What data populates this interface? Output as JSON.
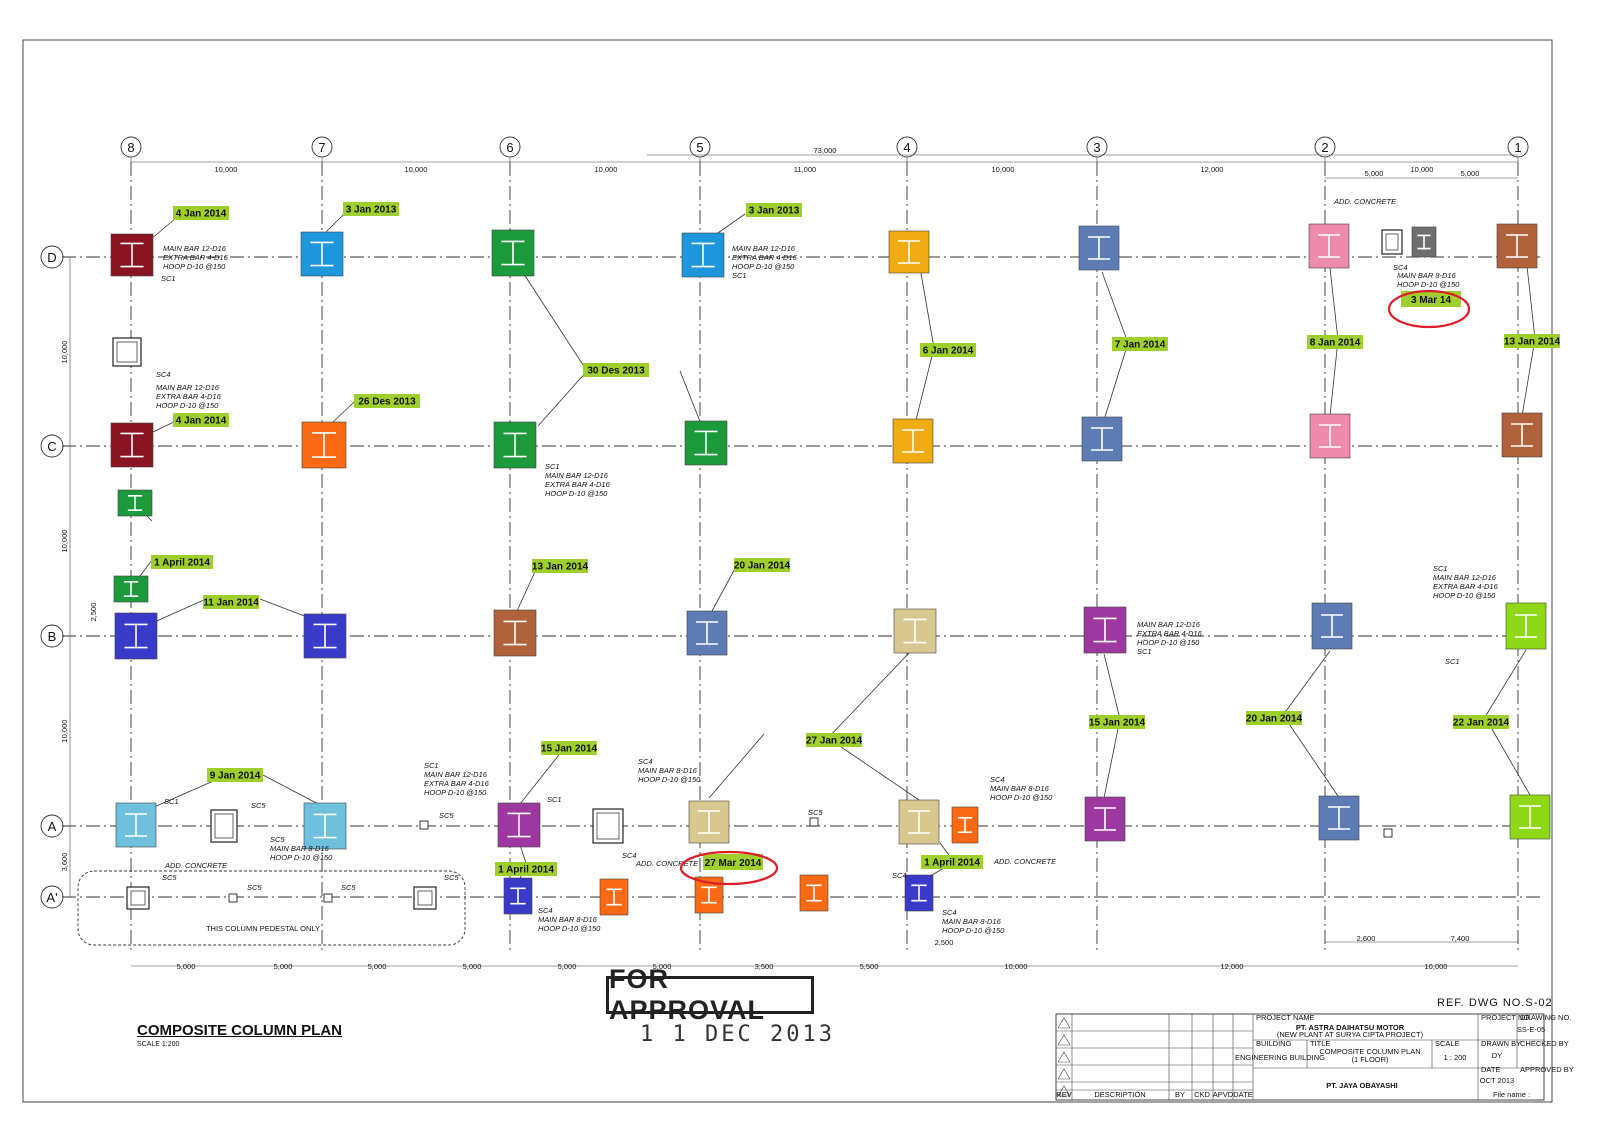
{
  "grid": {
    "columns": [
      "8",
      "7",
      "6",
      "5",
      "4",
      "3",
      "2",
      "1"
    ],
    "rows": [
      "D",
      "C",
      "B",
      "A",
      "A'"
    ]
  },
  "dimensions": {
    "overall": "73,000",
    "top_spans": [
      "10,000",
      "10,000",
      "10,000",
      "11,000",
      "10,000",
      "12,000",
      "10,000"
    ],
    "top_sub": [
      "5,000",
      "5,000"
    ],
    "bottom_spans": [
      "5,000",
      "5,000",
      "5,000",
      "5,000",
      "5,000",
      "5,000",
      "3,500",
      "5,500",
      "10,000",
      "12,000",
      "10,000"
    ],
    "bottom_sub": [
      "2,600",
      "7,400"
    ],
    "row_spans": [
      "10,000",
      "10,000",
      "10,000",
      "3,600"
    ],
    "row_sub": "2,500",
    "pier_sub": "2,500"
  },
  "date_labels": [
    "4 Jan 2014",
    "3 Jan 2013",
    "3 Jan 2013",
    "4 Jan 2014",
    "26 Des 2013",
    "30 Des 2013",
    "6 Jan 2014",
    "7 Jan 2014",
    "8 Jan 2014",
    "13 Jan 2014",
    "1 April 2014",
    "11 Jan 2014",
    "13 Jan 2014",
    "20 Jan 2014",
    "15 Jan 2014",
    "20 Jan 2014",
    "22 Jan 2014",
    "9 Jan 2014",
    "15 Jan 2014",
    "27 Jan 2014",
    "1 April 2014",
    "1 April 2014"
  ],
  "circled_labels": [
    "3 Mar 14",
    "27 Mar 2014"
  ],
  "notes": {
    "sc1_main": "MAIN BAR 12-D16",
    "sc1_extra": "EXTRA BAR 4-D16",
    "sc1_hoop": "HOOP D-10 @150",
    "sc4_main": "MAIN BAR 8-D16",
    "sc4_hoop": "HOOP D-10 @150",
    "add_concrete": "ADD. CONCRETE",
    "pedestal": "THIS COLUMN PEDESTAL ONLY",
    "sc1": "SC1",
    "sc4": "SC4",
    "sc5": "SC5"
  },
  "stamp": {
    "text": "FOR APPROVAL",
    "date": "1 1 DEC 2013"
  },
  "plan": {
    "title": "COMPOSITE COLUMN PLAN",
    "scale": "SCALE 1:200"
  },
  "ref_dwg": "REF. DWG NO.S-02",
  "title_block": {
    "project_name_label": "PROJECT NAME",
    "project_name": "PT. ASTRA DAIHATSU MOTOR",
    "project_sub": "(NEW PLANT AT SURYA CIPTA PROJECT)",
    "project_no_label": "PROJECT NO.",
    "drawing_no_label": "DRAWING NO.",
    "drawing_no": "SS-E-05",
    "building_label": "BUILDING",
    "building": "ENGINEERING BUILDING",
    "title_label": "TITLE",
    "title": "COMPOSITE COLUMN PLAN",
    "title_sub": "(1 FLOOR)",
    "scale_label": "SCALE",
    "scale": "1 : 200",
    "drawn_label": "DRAWN BY",
    "drawn": "DY",
    "checked_label": "CHECKED BY",
    "date_label": "DATE",
    "date": "OCT 2013",
    "approved_label": "APPROVED BY",
    "company": "PT. JAYA OBAYASHI",
    "rev_headers": [
      "REV",
      "DESCRIPTION",
      "BY",
      "CKD",
      "APVD",
      "DATE"
    ],
    "file_name": "File name :"
  },
  "colors": {
    "maroon": "#8b1422",
    "blue": "#1e96dc",
    "green": "#1a9a3a",
    "gold": "#f0aa12",
    "slate": "#5e7cb4",
    "pink": "#ee8aac",
    "gray": "#6e6e6e",
    "brown": "#b0623a",
    "orange": "#fa6a14",
    "indigo": "#3a3ac8",
    "lightgreen": "#8ed818",
    "purple": "#9c38a0",
    "sky": "#6ec0dc",
    "khaki": "#d8c890",
    "label_bg": "#9ecf2c",
    "red_circle": "#dd1e28"
  }
}
